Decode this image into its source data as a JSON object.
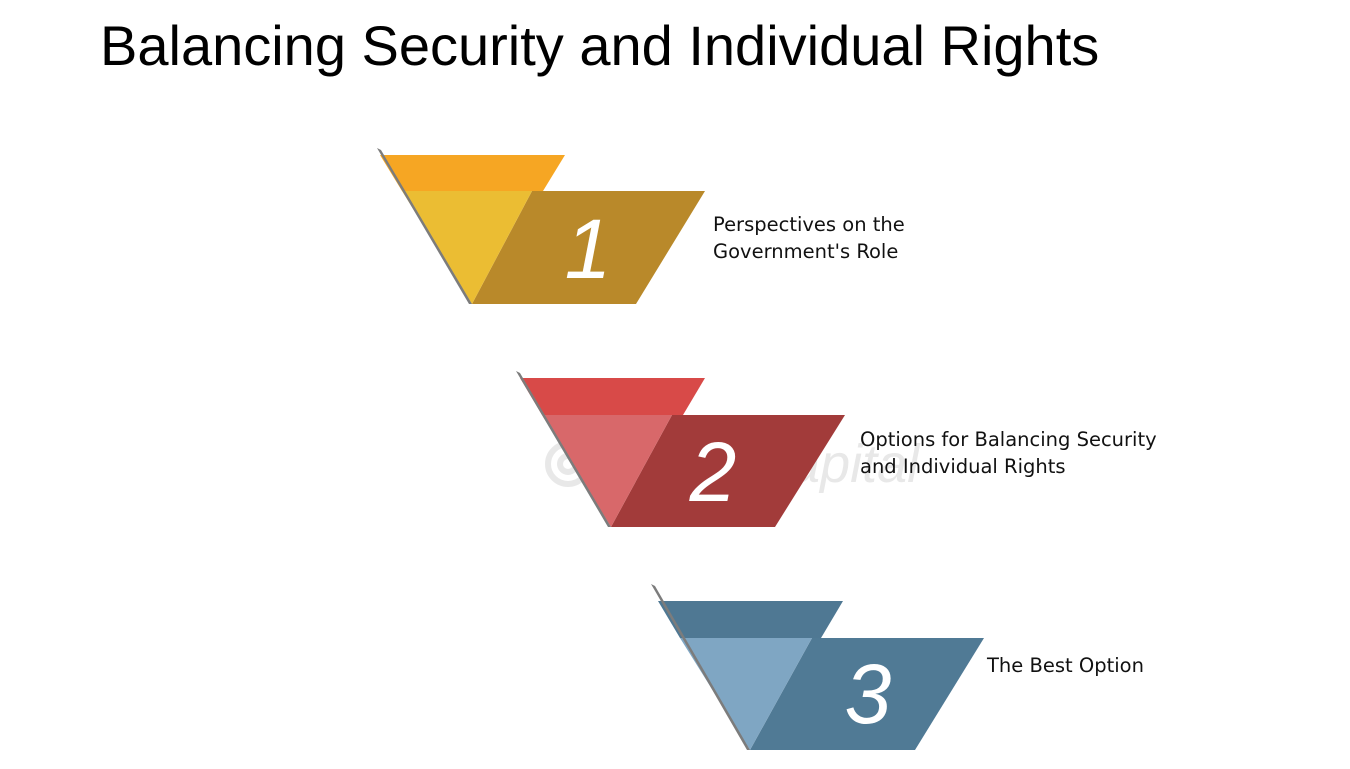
{
  "title": "Balancing Security and Individual Rights",
  "watermark": "FasterCapital",
  "steps": [
    {
      "number": "1",
      "label_lines": [
        "Perspectives on the",
        "Government's Role"
      ],
      "colors": {
        "top": "#f6a623",
        "front": "#ebbd33",
        "back": "#b9892a",
        "edge": "#7c7c7c"
      }
    },
    {
      "number": "2",
      "label_lines": [
        "Options for Balancing Security",
        "and Individual Rights"
      ],
      "colors": {
        "top": "#d84a48",
        "front": "#d8686a",
        "back": "#a23b3a",
        "edge": "#7c7c7c"
      }
    },
    {
      "number": "3",
      "label_lines": [
        "The Best Option"
      ],
      "colors": {
        "top": "#4f7893",
        "front": "#7fa6c3",
        "back": "#507a95",
        "edge": "#7c7c7c"
      }
    }
  ]
}
